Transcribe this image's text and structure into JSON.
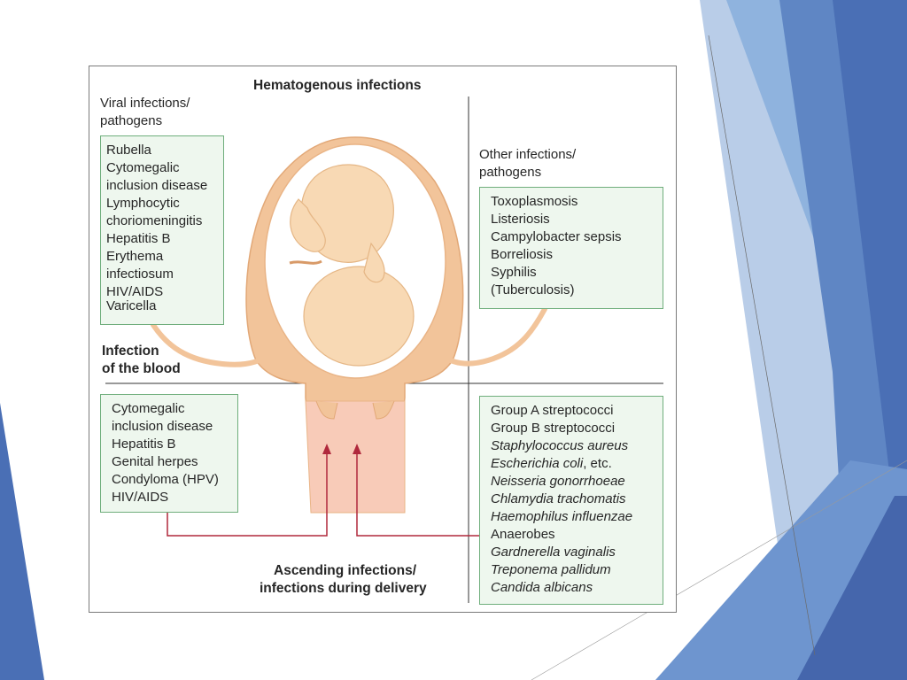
{
  "colors": {
    "box_border": "#6fae7c",
    "box_fill": "#eef7ee",
    "uterus": "#f2c49a",
    "fetus": "#f8d9b4",
    "arrow": "#b0293c",
    "slide_accent_dark": "#4a6fb5",
    "slide_accent_light": "#8fb3de"
  },
  "diagram": {
    "title": "Hematogenous infections",
    "viral": {
      "heading_line1": "Viral infections/",
      "heading_line2": "pathogens",
      "items": [
        "Rubella",
        "Cytomegalic",
        "inclusion disease",
        "Lymphocytic",
        "choriomeningitis",
        "Hepatitis B",
        "Erythema",
        "infectiosum",
        "HIV/AIDS",
        "Varicella"
      ]
    },
    "other": {
      "heading_line1": "Other infections/",
      "heading_line2": "pathogens",
      "items": [
        "Toxoplasmosis",
        "Listeriosis",
        "Campylobacter sepsis",
        "Borreliosis",
        "Syphilis",
        "(Tuberculosis)"
      ]
    },
    "blood": {
      "line1": "Infection",
      "line2": "of the blood"
    },
    "ascending_viral": {
      "items": [
        "Cytomegalic",
        "inclusion disease",
        "Hepatitis B",
        "Genital herpes",
        "Condyloma (HPV)",
        "HIV/AIDS"
      ]
    },
    "ascending_bacterial": {
      "items": [
        {
          "text": "Group A streptococci",
          "italic": false
        },
        {
          "text": "Group B streptococci",
          "italic": false
        },
        {
          "text": "Staphylococcus aureus",
          "italic": true
        },
        {
          "text": "Escherichia coli",
          "italic": true,
          "suffix": ", etc."
        },
        {
          "text": "Neisseria gonorrhoeae",
          "italic": true
        },
        {
          "text": "Chlamydia trachomatis",
          "italic": true
        },
        {
          "text": "Haemophilus influenzae",
          "italic": true
        },
        {
          "text": "Anaerobes",
          "italic": false
        },
        {
          "text": "Gardnerella vaginalis",
          "italic": true
        },
        {
          "text": "Treponema pallidum",
          "italic": true
        },
        {
          "text": "Candida albicans",
          "italic": true
        }
      ]
    },
    "ascending": {
      "line1": "Ascending infections/",
      "line2": "infections during delivery"
    }
  }
}
